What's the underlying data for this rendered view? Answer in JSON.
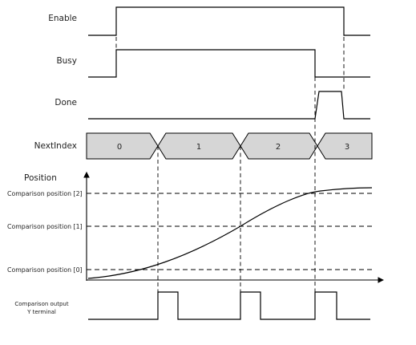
{
  "signals": {
    "enable": "Enable",
    "busy": "Busy",
    "done": "Done",
    "next_index": "NextIndex"
  },
  "next_index_values": [
    "0",
    "1",
    "2",
    "3"
  ],
  "position_axis": {
    "title": "Position",
    "levels": [
      "Comparison position [2]",
      "Comparison position [1]",
      "Comparison position [0]"
    ]
  },
  "comparison_output": {
    "line1": "Comparison output",
    "line2": "Y terminal"
  }
}
